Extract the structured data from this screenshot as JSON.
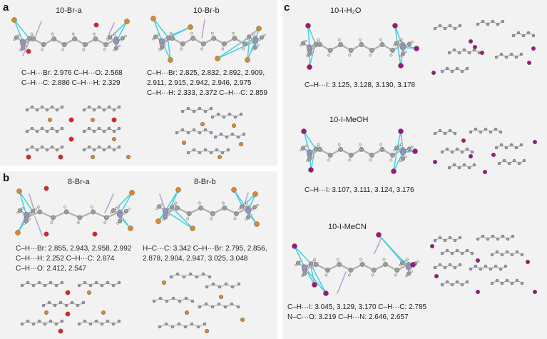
{
  "palette": {
    "carbon": "#9c9c9c",
    "hydrogen": "#e6e6e6",
    "nitrogen": "#8f95c9",
    "oxygen": "#e32020",
    "bromine": "#d88a2a",
    "iodine": "#a3157b",
    "contact": "#4fd0dc",
    "lavender": "#b9a6d8",
    "panel_bg": "#f2f2f2"
  },
  "panels": {
    "a": {
      "letter": "a",
      "title_left": "10-Br-a",
      "title_right": "10-Br-b",
      "left_lines": [
        "C–H···Br: 2.976  C–H···O: 2.568",
        "C–H···C: 2.886  C–H···H: 2.329"
      ],
      "right_lines": [
        "C–H···Br: 2.825, 2.832, 2.892, 2.909,",
        "2.911, 2.915, 2.942, 2.946, 2.975",
        "C–H···H: 2.333, 2.372  C–H···C: 2.859"
      ]
    },
    "b": {
      "letter": "b",
      "title_left": "8-Br-a",
      "title_right": "8-Br-b",
      "left_lines": [
        "C–H···Br: 2.855, 2.943, 2.958, 2.992",
        "C–H···H: 2.252  C–H···C: 2.874",
        "C–H···O: 2.412, 2.547"
      ],
      "right_lines": [
        "H–C···C: 3.342  C–H···Br: 2.795, 2.856,",
        "2.878, 2.904, 2.947, 3.025, 3.048"
      ]
    },
    "c": {
      "letter": "c",
      "title_1": "10-I-H₂O",
      "lines_1": [
        "C–H···I: 3.125, 3.128, 3.130, 3.178"
      ],
      "title_2": "10-I-MeOH",
      "lines_2": [
        "C–H···I: 3.107, 3.111, 3.124, 3.176"
      ],
      "title_3": "10-I-MeCN",
      "lines_3": [
        "C–H···I: 3.045, 3.129, 3.170  C–H···C: 2.785",
        "N–C···O: 3.219  C–H···N: 2.646, 2.657"
      ]
    }
  }
}
